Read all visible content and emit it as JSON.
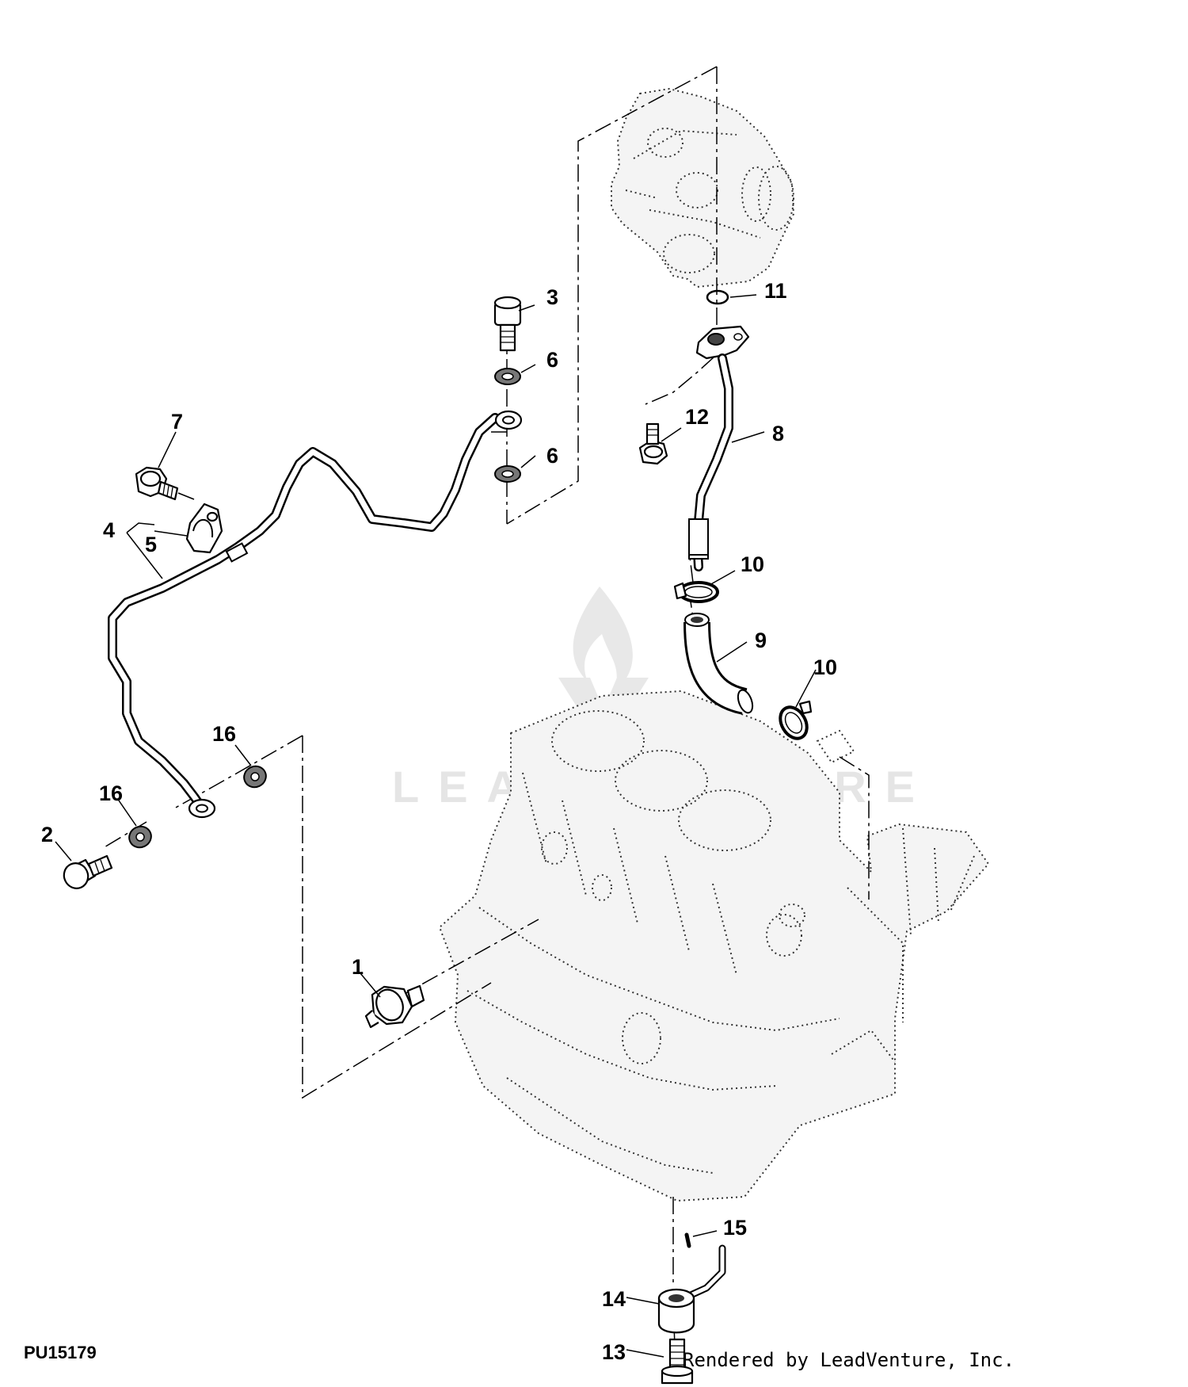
{
  "figure_id": "PU15179",
  "credit": "Rendered by LeadVenture, Inc.",
  "watermark": "LEADVENTURE",
  "callouts": [
    {
      "label": "1"
    },
    {
      "label": "2"
    },
    {
      "label": "3"
    },
    {
      "label": "4"
    },
    {
      "label": "5"
    },
    {
      "label": "6"
    },
    {
      "label": "6"
    },
    {
      "label": "7"
    },
    {
      "label": "8"
    },
    {
      "label": "9"
    },
    {
      "label": "10"
    },
    {
      "label": "10"
    },
    {
      "label": "11"
    },
    {
      "label": "12"
    },
    {
      "label": "13"
    },
    {
      "label": "14"
    },
    {
      "label": "15"
    },
    {
      "label": "16"
    },
    {
      "label": "16"
    }
  ]
}
